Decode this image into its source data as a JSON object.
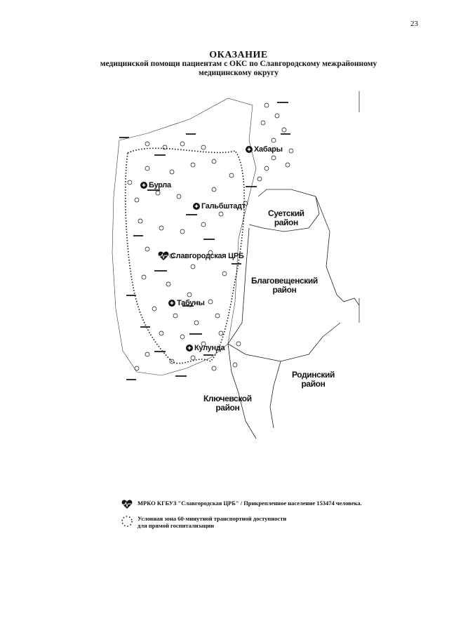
{
  "page_number": "23",
  "title": {
    "main": "ОКАЗАНИЕ",
    "line2": "медицинской помощи пациентам с ОКС по Славгородскому межрайонному",
    "line3": "медицинскому округу"
  },
  "map": {
    "hub": "Славгородская ЦРБ",
    "towns": [
      "Хабары",
      "Бурла",
      "Гальбштадт",
      "Табуны",
      "Кулунда"
    ],
    "regions": [
      {
        "line1": "Суетский",
        "line2": "район"
      },
      {
        "line1": "Благовещенский",
        "line2": "район"
      },
      {
        "line1": "Родинский",
        "line2": "район"
      },
      {
        "line1": "Ключевской",
        "line2": "район"
      }
    ]
  },
  "legend": {
    "hub_text": "МРКО КГБУЗ \"Славгородская ЦРБ\" / Прикрепленное население 153474 человека.",
    "zone_line1": "Условная зона 60-минутной транспортной доступности",
    "zone_line2": "для прямой госпитализации"
  },
  "colors": {
    "ink": "#111111",
    "paper": "#ffffff"
  }
}
